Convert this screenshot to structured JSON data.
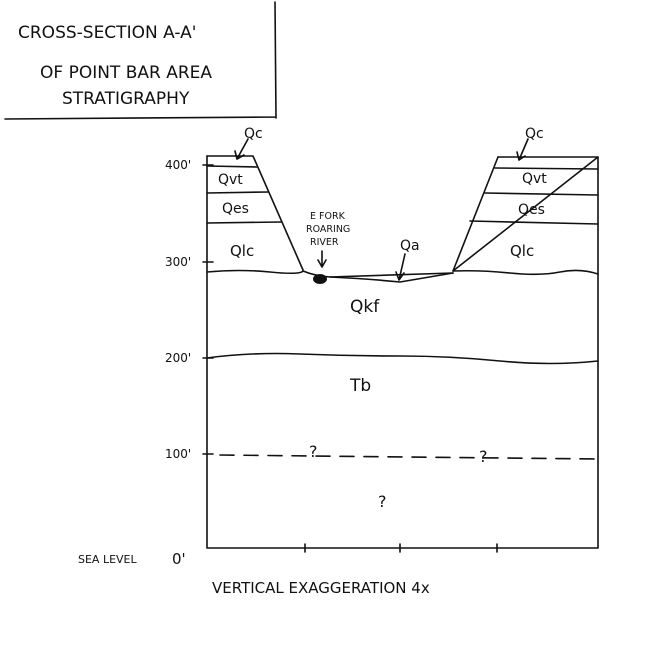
{
  "title": {
    "line1": "CROSS-SECTION A-A'",
    "line2": "OF POINT BAR AREA",
    "line3": "STRATIGRAPHY"
  },
  "elevations": [
    "400'",
    "300'",
    "200'",
    "100'",
    "0'"
  ],
  "sea_level_label": "SEA LEVEL",
  "units": {
    "qc_left": "Qc",
    "qc_right": "Qc",
    "qvt_left": "Qvt",
    "qvt_right": "Qvt",
    "qes_left": "Qes",
    "qes_right": "Qes",
    "qlc_left": "Qlc",
    "qlc_right": "Qlc",
    "qa": "Qa",
    "qkf": "Qkf",
    "tb": "Tb",
    "unknown1": "?",
    "unknown2": "?",
    "unknown3": "?"
  },
  "river": {
    "line1": "E FORK",
    "line2": "ROARING",
    "line3": "RIVER"
  },
  "footer": "VERTICAL EXAGGERATION 4x",
  "colors": {
    "ink": "#111111",
    "paper": "#ffffff"
  }
}
